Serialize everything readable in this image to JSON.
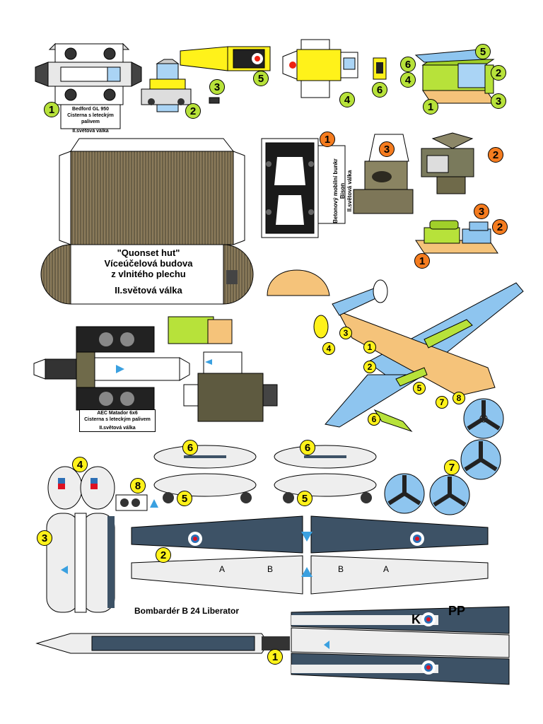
{
  "sections": {
    "bedford": {
      "caption_line1": "Bedford GL 950",
      "caption_line2": "Cisterna s leteckým palivem",
      "caption_line3": "II.světová válka",
      "parts": [
        "1",
        "2",
        "3",
        "4",
        "5",
        "6"
      ]
    },
    "quonset": {
      "title_line1": "\"Quonset hut\"",
      "title_line2": "Víceúčelová budova",
      "title_line3": "z vlnitého plechu",
      "title_line4": "II.světová válka"
    },
    "bunker": {
      "caption_line1": "Betonový mobilní bunkr",
      "caption_line2": "Bison",
      "caption_line3": "II.světová válka",
      "parts": [
        "1",
        "2",
        "3"
      ]
    },
    "matador": {
      "caption_line1": "AEC Matador 6x6",
      "caption_line2": "Cisterna s leteckým palivem",
      "caption_line3": "II.světová válka"
    },
    "liberator": {
      "title": "Bombardér B 24 Liberator",
      "parts": [
        "1",
        "2",
        "3",
        "4",
        "5",
        "6",
        "7",
        "8"
      ],
      "wing_labels": [
        "A",
        "B",
        "B",
        "A"
      ],
      "codes": [
        "K",
        "PP"
      ]
    }
  },
  "colors": {
    "yellow_marker": "#fff21a",
    "green_marker": "#b7e23a",
    "orange_marker": "#f57c1f",
    "aircraft_blue": "#3d5266",
    "aircraft_light": "#eeeeee",
    "olive": "#6f6a4a",
    "sky": "#8ec5ef",
    "tan": "#f5c37a"
  },
  "icons": [
    "roundel-icon",
    "propeller-icon",
    "triangle-arrow-icon",
    "wheel-icon"
  ]
}
